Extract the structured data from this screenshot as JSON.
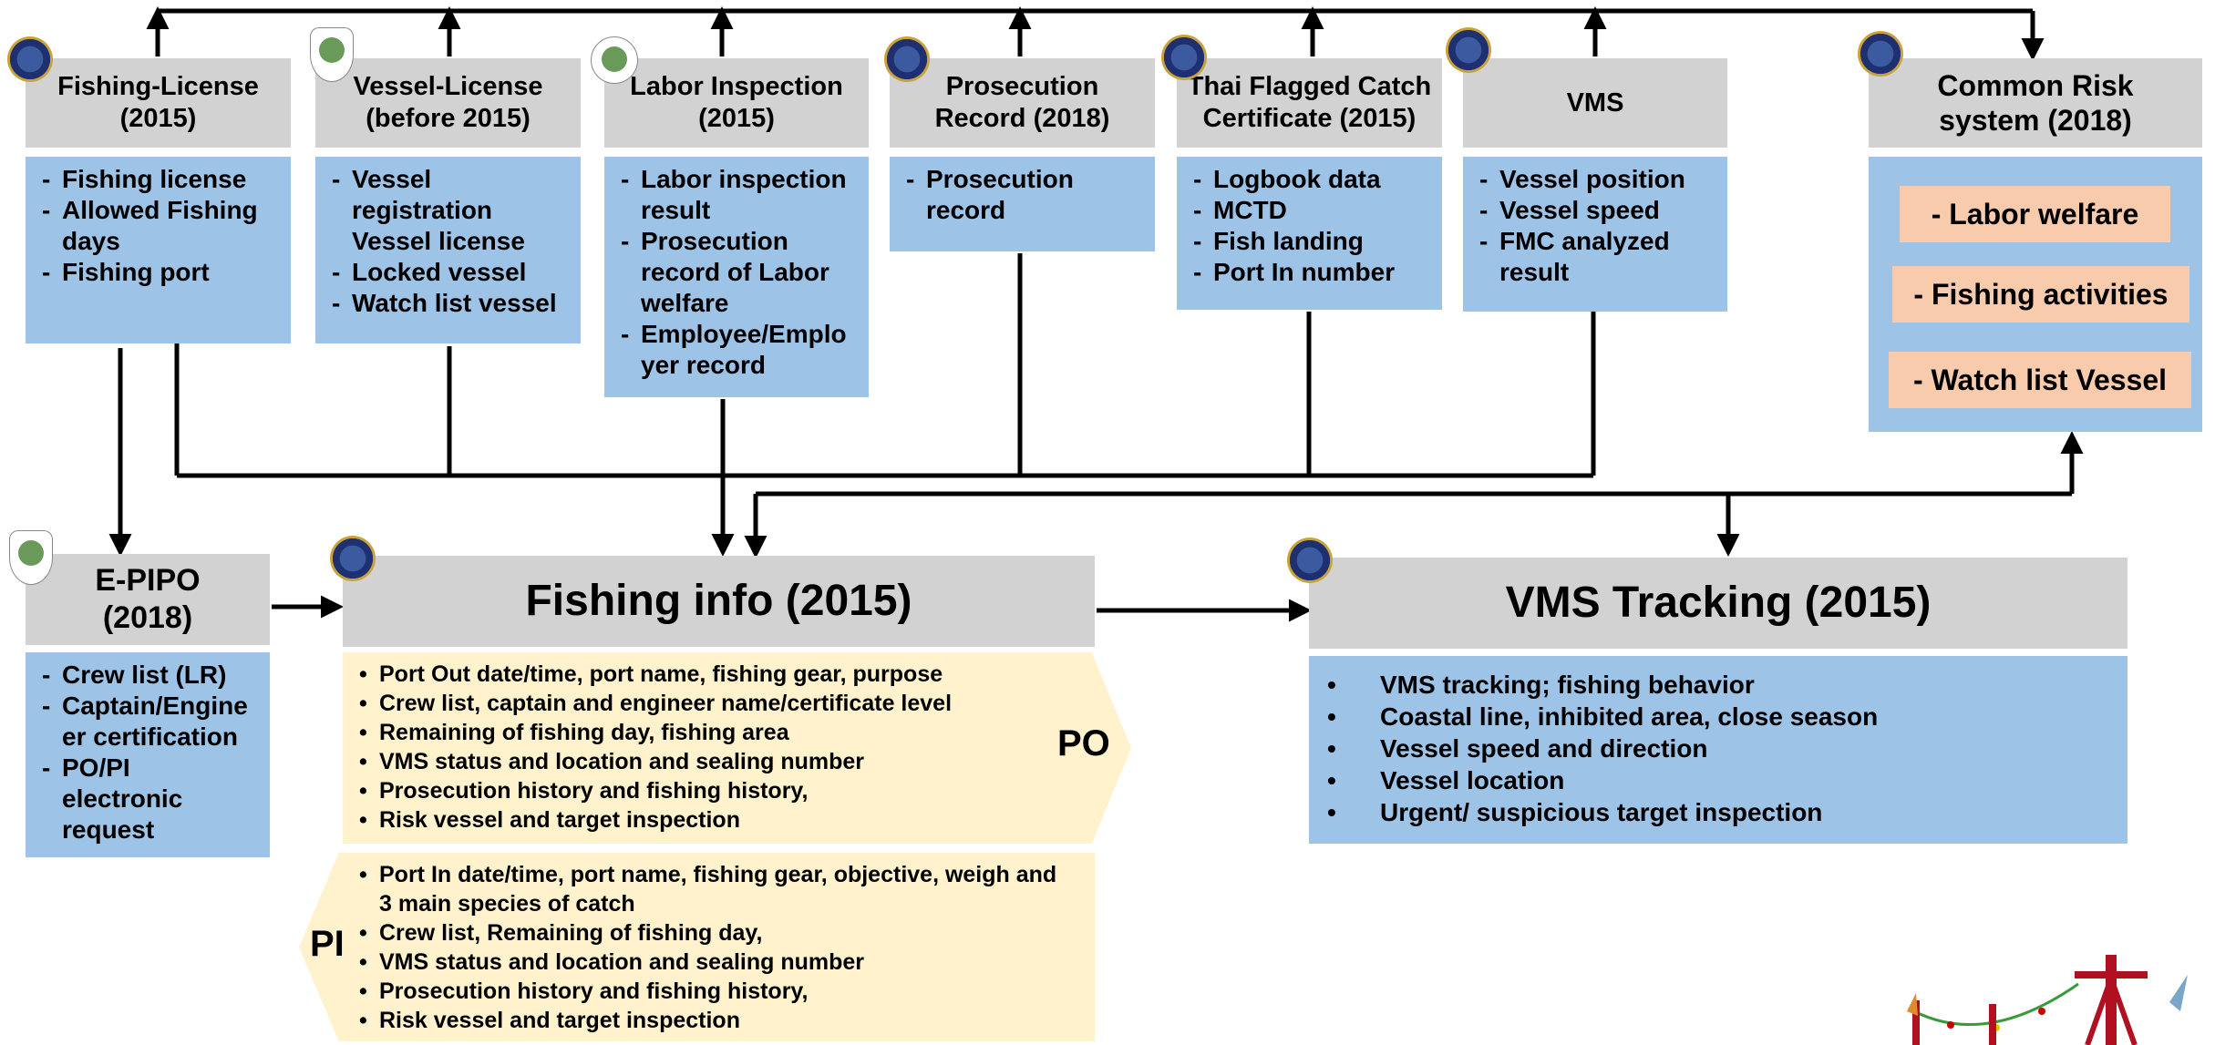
{
  "top_boxes": [
    {
      "title_lines": [
        "Fishing-License",
        "(2015)"
      ],
      "items": [
        "Fishing license",
        "Allowed Fishing days",
        "Fishing port"
      ]
    },
    {
      "title_lines": [
        "Vessel-License",
        "(before 2015)"
      ],
      "items": [
        "Vessel registration Vessel license",
        "Locked vessel",
        "Watch list vessel"
      ]
    },
    {
      "title_lines": [
        "Labor Inspection",
        "(2015)"
      ],
      "items": [
        "Labor inspection result",
        "Prosecution record of Labor welfare",
        "Employee/Employer record"
      ]
    },
    {
      "title_lines": [
        "Prosecution",
        "Record (2018)"
      ],
      "items": [
        "Prosecution record"
      ]
    },
    {
      "title_lines": [
        "Thai Flagged Catch",
        "Certificate (2015)"
      ],
      "items": [
        "Logbook data",
        "MCTD",
        "Fish landing",
        "Port In number"
      ]
    },
    {
      "title_lines": [
        "VMS"
      ],
      "items": [
        "Vessel position",
        "Vessel speed",
        "FMC analyzed result"
      ]
    }
  ],
  "common_risk": {
    "title_lines": [
      "Common Risk",
      "system (2018)"
    ],
    "items": [
      "- Labor welfare",
      "- Fishing activities",
      "- Watch list Vessel"
    ]
  },
  "epipo": {
    "title_lines": [
      "E-PIPO",
      "(2018)"
    ],
    "items": [
      "Crew list (LR)",
      "Captain/Engineer certification",
      "PO/PI electronic request"
    ]
  },
  "fishing_info": {
    "title": "Fishing info (2015)",
    "po_label": "PO",
    "po_items": [
      "Port Out date/time, port name, fishing gear, purpose",
      "Crew list, captain and engineer name/certificate level",
      "Remaining of fishing day, fishing area",
      "VMS status and location and sealing number",
      "Prosecution history and fishing history,",
      "Risk vessel and target inspection"
    ],
    "pi_label": "PI",
    "pi_items": [
      "Port In date/time, port name, fishing gear, objective, weigh and 3 main species of catch",
      "Crew list, Remaining of fishing day,",
      "VMS status and location and sealing number",
      "Prosecution history and fishing history,",
      "Risk vessel and target inspection"
    ]
  },
  "vms_tracking": {
    "title": "VMS Tracking (2015)",
    "items": [
      "VMS tracking; fishing behavior",
      "Coastal line, inhibited area, close season",
      "Vessel speed and direction",
      "Vessel location",
      "Urgent/ suspicious target inspection"
    ]
  },
  "colors": {
    "header_grey": "#d2d2d2",
    "body_blue": "#9dc3e6",
    "pill_orange": "#f8cbad",
    "pale_yellow": "#fff2cc"
  }
}
